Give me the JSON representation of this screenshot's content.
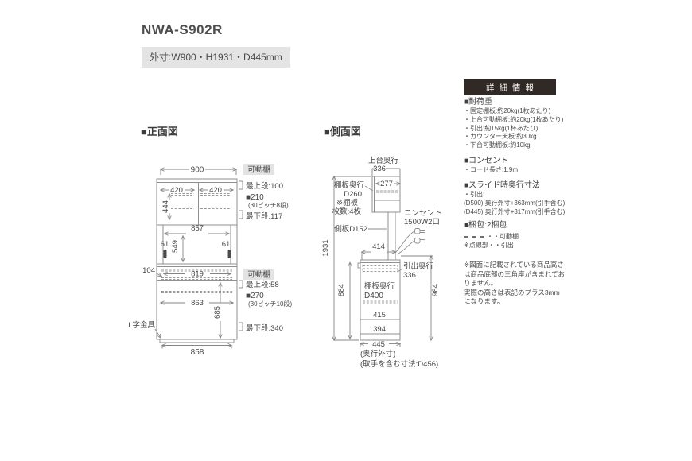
{
  "page": {
    "title": "NWA-S902R",
    "outer_dims": "外寸:W900・H1931・D445mm"
  },
  "front": {
    "heading": "■正面図",
    "dim_900": "900",
    "dim_420l": "420",
    "dim_420r": "420",
    "dim_444": "444",
    "dim_857": "857",
    "dim_549": "549",
    "dim_61l": "61",
    "dim_61r": "61",
    "dim_104": "104",
    "dim_819": "819",
    "dim_863": "863",
    "dim_685": "685",
    "dim_858": "858",
    "l_bracket": "L字金具",
    "upper_shelf": {
      "tag": "可動棚",
      "top_row": "最上段:100",
      "range": "■210",
      "pitch": "(30ピッチ8段)",
      "bottom_row": "最下段:117"
    },
    "lower_shelf": {
      "tag": "可動棚",
      "top_row": "最上段:58",
      "range": "■270",
      "pitch": "(30ピッチ10段)",
      "bottom_row": "最下段:340"
    }
  },
  "side": {
    "heading": "■側面図",
    "upper_depth_label": "上台奥行",
    "dim_336_top": "336",
    "dim_277": "277",
    "shelf_depth_l1": "棚板奥行",
    "shelf_depth_l2": "D260",
    "shelf_note_l1": "※棚板",
    "shelf_note_l2": "枚数:4枚",
    "outlet_l1": "コンセント",
    "outlet_l2": "1500W2口",
    "side_panel": "側板D152",
    "dim_1931": "1931",
    "dim_414": "414",
    "drawer_depth_l1": "引出奥行",
    "drawer_depth_l2": "336",
    "lower_shelf_l1": "棚板奥行",
    "lower_shelf_l2": "D400",
    "dim_884": "884",
    "dim_984": "984",
    "dim_415": "415",
    "dim_394": "394",
    "dim_445": "445",
    "depth_note1": "(奥行外寸)",
    "depth_note2": "(取手を含む寸法:D456)"
  },
  "info": {
    "header": "詳細情報",
    "load": {
      "title": "■耐荷重",
      "items": [
        "・固定棚板:約20kg(1枚あたり)",
        "・上台可動棚板:約20kg(1枚あたり)",
        "・引出:約15kg(1杯あたり)",
        "・カウンター天板:約30kg",
        "・下台可動棚板:約10kg"
      ]
    },
    "outlet": {
      "title": "■コンセント",
      "items": [
        "・コード長さ:1.9m"
      ]
    },
    "slide": {
      "title": "■スライド時奥行寸法",
      "items": [
        "・引出:",
        "(D500) 奥行外寸+363mm(引手含む)",
        "(D445) 奥行外寸+317mm(引手含む)"
      ]
    },
    "packing": {
      "title": "■梱包:2梱包"
    },
    "legend": {
      "movable": "・・可動棚",
      "dotted": "※点線部・・引出"
    },
    "note": "※図面に記載されている商品高さ\nは商品底部の三角座が含まれてお\nりません。\n実際の高さは表記のプラス3mm\nになります。"
  },
  "colors": {
    "header_bg": "#312926",
    "label_bg": "#e3e3e3",
    "line": "#8f8f8f",
    "text": "#464646"
  }
}
